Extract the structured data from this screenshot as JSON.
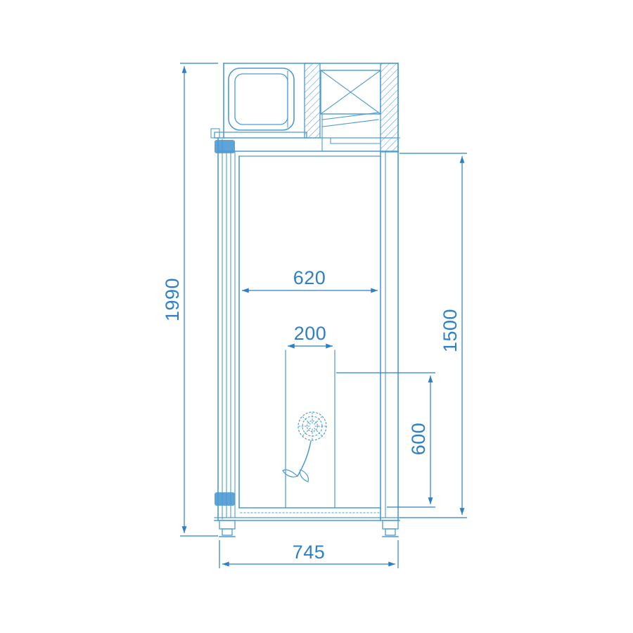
{
  "drawing": {
    "line_color": "#4d9ad3",
    "dimension_color": "#2e7fc6",
    "dimensions": {
      "overall_height": "1990",
      "inner_width": "620",
      "zone_width": "200",
      "inner_height": "1500",
      "zone_height": "600",
      "overall_depth": "745"
    }
  }
}
